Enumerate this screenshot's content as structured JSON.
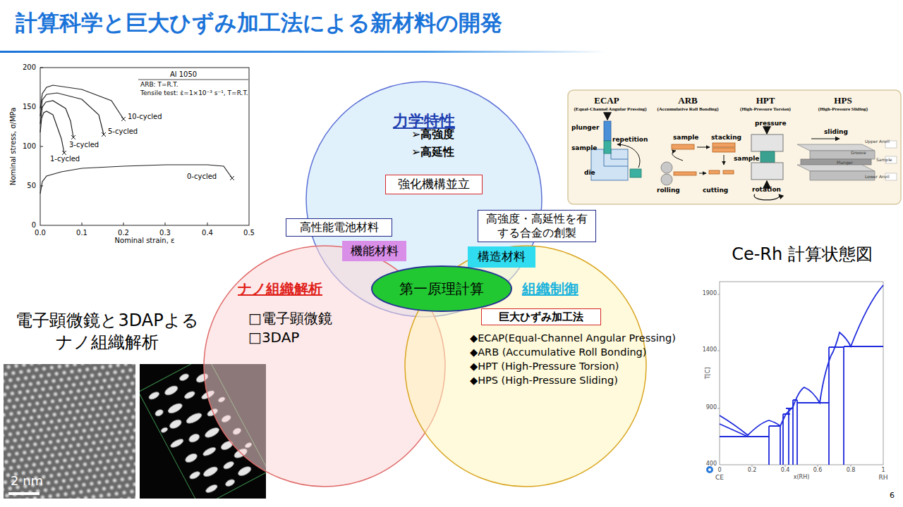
{
  "diagram": {
    "title": "計算科学と巨大ひずみ加工法による新材料の開発",
    "nodes": [
      {
        "text": [
          "力学特性",
          "➢高強度",
          "➢高延性"
        ]
      },
      {
        "text": [
          "強化機構並立"
        ],
        "in": 0
      },
      {
        "text": [
          "高性能電池材料"
        ]
      },
      {
        "text": [
          "高強度・高延性を有 する合金の創製"
        ]
      },
      {
        "text": [
          "機能材料"
        ]
      },
      {
        "text": [
          "構造材料"
        ]
      },
      {
        "text": [
          "ナノ組織解析",
          "□電子顕微鏡",
          "□3DAP"
        ]
      },
      {
        "text": [
          "第一原理計算"
        ]
      },
      {
        "text": [
          "組織制御",
          "◆ECAP(Equal-Channel Angular Pressing)",
          "◆ARB (Accumulative Roll Bonding)",
          "◆HPT (High-Pressure Torsion)",
          "◆HPS (High-Pressure Sliding)"
        ]
      },
      {
        "text": [
          "巨大ひずみ加工法"
        ],
        "in": 8
      }
    ],
    "labels": [
      "Al 1050",
      "ARB: T=R.T.",
      "Tensile test: ε̇=1×10⁻³ s⁻¹, T=R.T.",
      "10-cycled",
      "5-cycled",
      "3-cycled",
      "1-cycled",
      "0-cycled",
      "200",
      "150",
      "100",
      "50",
      "0",
      "0.0",
      "0.1",
      "0.2",
      "0.3",
      "0.4",
      "0.5",
      "Nominal stress, σ/MPa",
      "Nominal strain, ε",
      "ECAP",
      "(Equal-Channel Angular Pressing)",
      "ARB",
      "(Accumulative Roll Bonding)",
      "HPT",
      "(High-Pressure Torsion)",
      "HPS",
      "(High-Pressure Sliding)",
      "plunger",
      "sample",
      "die",
      "repetition",
      "sample",
      "stacking",
      "rolling",
      "cutting",
      "pressure",
      "sample",
      "rotation",
      "sliding",
      "電子顕微鏡と3DAPよる ナノ組織解析",
      "Ce-Rh 計算状態図",
      "1900",
      "1400",
      "900",
      "400",
      "T[C]",
      "0",
      "0.2",
      "0.4",
      "0.6",
      "0.8",
      "1",
      "CE",
      "x(RH)",
      "RH",
      "2 nm",
      "6",
      "Upper Anvil",
      "Sample",
      "Groove",
      "Plunger",
      "Lower Anvil"
    ]
  }
}
